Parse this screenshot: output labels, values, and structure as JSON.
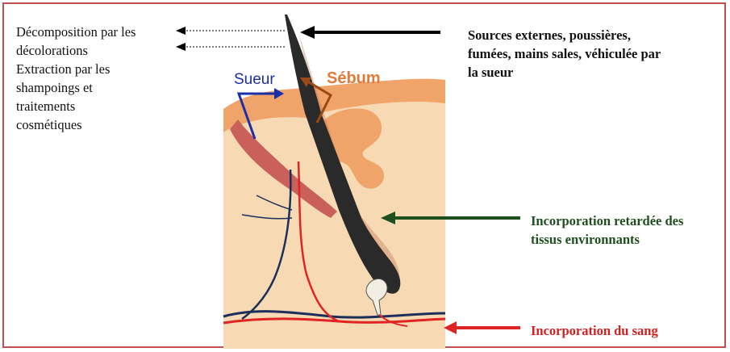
{
  "labels": {
    "left_notes": {
      "line1": "Décomposition par les",
      "line2": "décolorations",
      "line3": "Extraction par les",
      "line4": "shampoings et",
      "line5": "traitements",
      "line6": "cosmétiques"
    },
    "sources": {
      "line1": "Sources externes, poussières,",
      "line2": "fumées, mains sales, véhiculée par",
      "line3": "la sueur"
    },
    "incorporation_retardee": {
      "line1": "Incorporation retardée des",
      "line2": "tissus environnants"
    },
    "incorporation_sang": "Incorporation  du sang",
    "sueur": "Sueur",
    "sebum": "Sébum"
  },
  "colors": {
    "frame": "#c0504d",
    "skin": "#f7d9b3",
    "epidermis": "#f0a46a",
    "blood_red": "#e02424",
    "blood_blue": "#1b2f5a",
    "sueur_blue": "#1a2fa8",
    "sebum_brown": "#9a4a14",
    "green_arrow": "#1f4e1f"
  }
}
